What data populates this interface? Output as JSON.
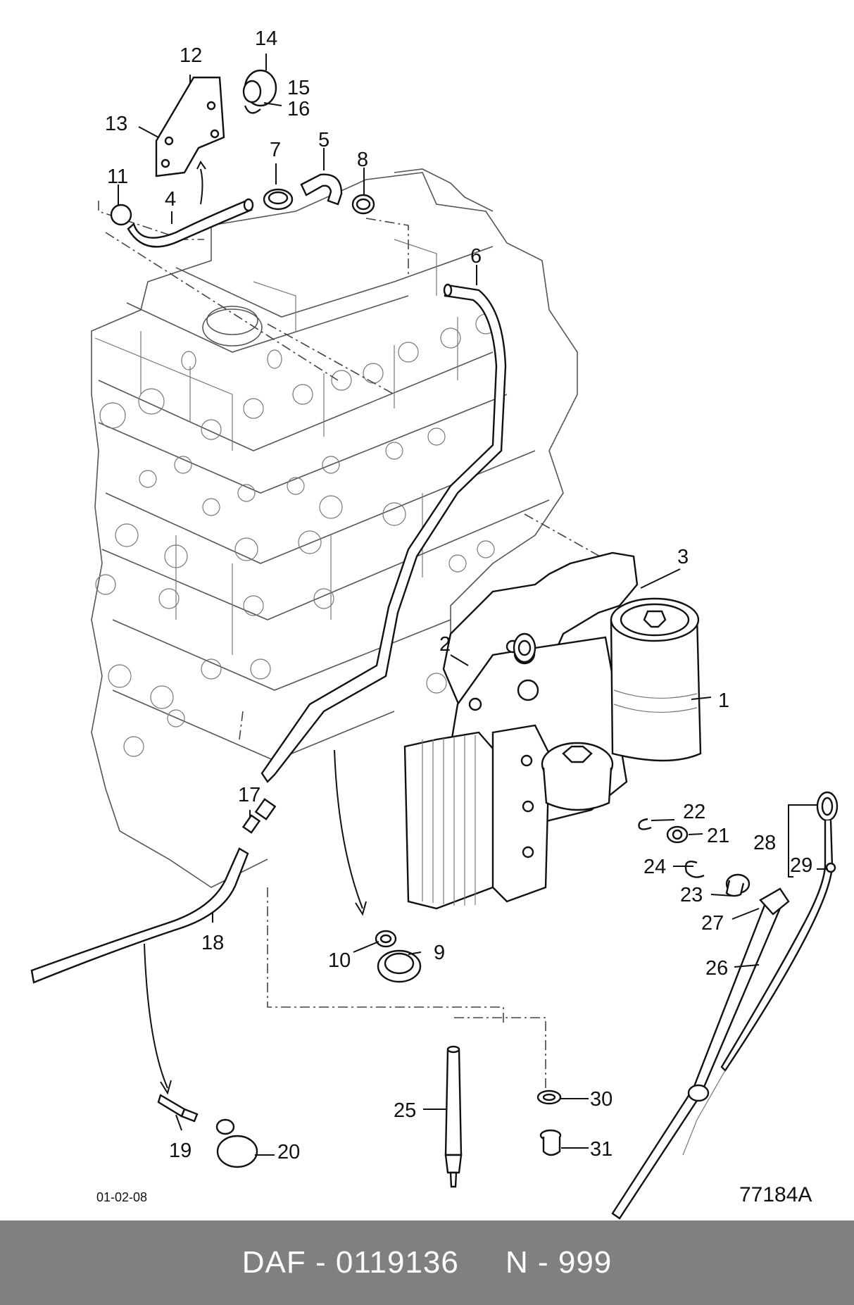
{
  "callouts": {
    "c1": "1",
    "c2": "2",
    "c3": "3",
    "c4": "4",
    "c5": "5",
    "c6": "6",
    "c7": "7",
    "c8": "8",
    "c9": "9",
    "c10": "10",
    "c11": "11",
    "c12": "12",
    "c13": "13",
    "c14": "14",
    "c15": "15",
    "c16": "16",
    "c17": "17",
    "c18": "18",
    "c19": "19",
    "c20": "20",
    "c21": "21",
    "c22": "22",
    "c23": "23",
    "c24": "24",
    "c25": "25",
    "c26": "26",
    "c27": "27",
    "c28": "28",
    "c29": "29",
    "c30": "30",
    "c31": "31"
  },
  "date_code": "01-02-08",
  "figure_number": "77184A",
  "footer": {
    "text": "DAF - 0119136     N - 999"
  }
}
